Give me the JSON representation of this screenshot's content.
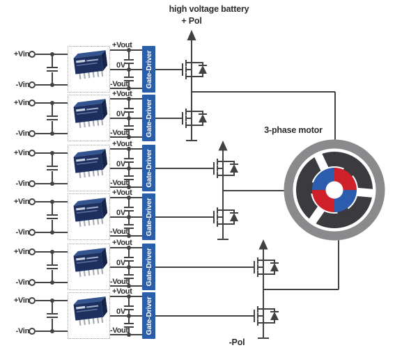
{
  "header": {
    "battery_label": "high voltage battery",
    "pos_pole_label": "+ Pol"
  },
  "bus": {
    "neg_pole_label": "-Pol"
  },
  "motor": {
    "label": "3-phase motor"
  },
  "channels": [
    {
      "vin_plus": "+Vin",
      "vin_minus": "-Vin",
      "vout_plus": "+Vout",
      "vout_zero": "0V",
      "vout_minus": "-Vout",
      "gate_driver": "Gate-Driver"
    },
    {
      "vin_plus": "+Vin",
      "vin_minus": "-Vin",
      "vout_plus": "+Vout",
      "vout_zero": "0V",
      "vout_minus": "-Vout",
      "gate_driver": "Gate-Driver"
    },
    {
      "vin_plus": "+Vin",
      "vin_minus": "-Vin",
      "vout_plus": "+Vout",
      "vout_zero": "0V",
      "vout_minus": "-Vout",
      "gate_driver": "Gate-Driver"
    },
    {
      "vin_plus": "+Vin",
      "vin_minus": "-Vin",
      "vout_plus": "+Vout",
      "vout_zero": "0V",
      "vout_minus": "-Vout",
      "gate_driver": "Gate-Driver"
    },
    {
      "vin_plus": "+Vin",
      "vin_minus": "-Vin",
      "vout_plus": "+Vout",
      "vout_zero": "0V",
      "vout_minus": "-Vout",
      "gate_driver": "Gate-Driver"
    },
    {
      "vin_plus": "+Vin",
      "vin_minus": "-Vin",
      "vout_plus": "+Vout",
      "vout_zero": "0V",
      "vout_minus": "-Vout",
      "gate_driver": "Gate-Driver"
    }
  ],
  "colors": {
    "wire": "#414144",
    "ink": "#2c2c2e",
    "driver_blue": "#2a5ea9",
    "module_body": "#1d2f5f",
    "module_top": "#33548f",
    "module_side": "#16244a",
    "pin_gray": "#a7acb4",
    "motor_ring": "#8a8a8d",
    "stator": "#3b3b3f",
    "rotor_red": "#d0202a",
    "rotor_blue": "#2b5cad"
  }
}
